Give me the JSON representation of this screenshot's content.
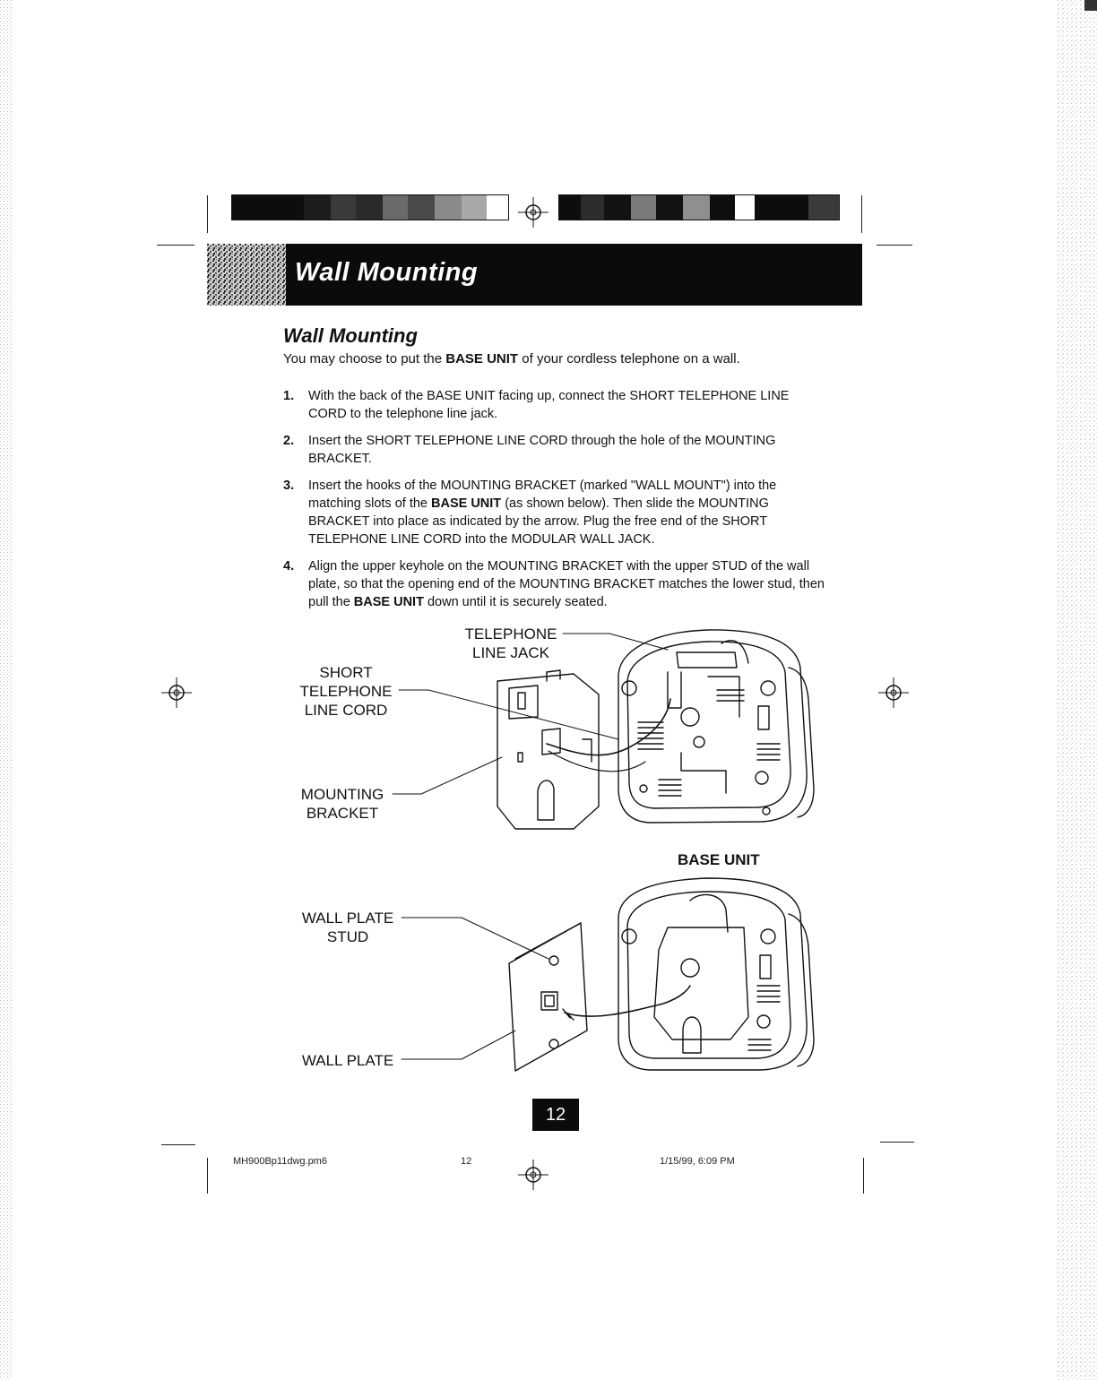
{
  "header": {
    "banner_title": "Wall  Mounting"
  },
  "content": {
    "section_title": "Wall Mounting",
    "intro": {
      "before": "You may choose to put the ",
      "bold": "BASE UNIT",
      "after": " of your cordless telephone on a wall."
    },
    "steps": [
      {
        "num": "1.",
        "parts": [
          {
            "t": "With the back of the BASE UNIT facing up, connect the SHORT TELEPHONE LINE CORD to the telephone line jack.",
            "b": false
          }
        ]
      },
      {
        "num": "2.",
        "parts": [
          {
            "t": "Insert the SHORT TELEPHONE LINE CORD through the hole of the MOUNTING BRACKET.",
            "b": false
          }
        ]
      },
      {
        "num": "3.",
        "parts": [
          {
            "t": "Insert the hooks of the MOUNTING BRACKET (marked \"WALL MOUNT\") into the matching slots of the ",
            "b": false
          },
          {
            "t": "BASE UNIT",
            "b": true
          },
          {
            "t": " (as shown below). Then slide the MOUNTING BRACKET into place as indicated by the arrow. Plug the free end of the SHORT TELEPHONE LINE CORD into the MODULAR WALL JACK.",
            "b": false
          }
        ]
      },
      {
        "num": "4.",
        "parts": [
          {
            "t": "Align the upper keyhole on the MOUNTING BRACKET with the upper STUD of the wall plate, so that the opening end of the MOUNTING BRACKET matches the lower stud, then pull the ",
            "b": false
          },
          {
            "t": "BASE UNIT",
            "b": true
          },
          {
            "t": " down until it is securely seated.",
            "b": false
          }
        ]
      }
    ]
  },
  "diagram_labels": {
    "telephone_line_jack": [
      "TELEPHONE",
      "LINE JACK"
    ],
    "short_cord": [
      "SHORT",
      "TELEPHONE",
      "LINE CORD"
    ],
    "mounting_bracket": [
      "MOUNTING",
      "BRACKET"
    ],
    "base_unit": "BASE UNIT",
    "wall_plate_stud": [
      "WALL PLATE",
      "STUD"
    ],
    "wall_plate": "WALL PLATE"
  },
  "page_number": "12",
  "footer": {
    "file": "MH900Bp11dwg.pm6",
    "page": "12",
    "timestamp": "1/15/99, 6:09 PM"
  },
  "colors": {
    "banner_bg": "#0b0b0b",
    "text": "#111111"
  }
}
